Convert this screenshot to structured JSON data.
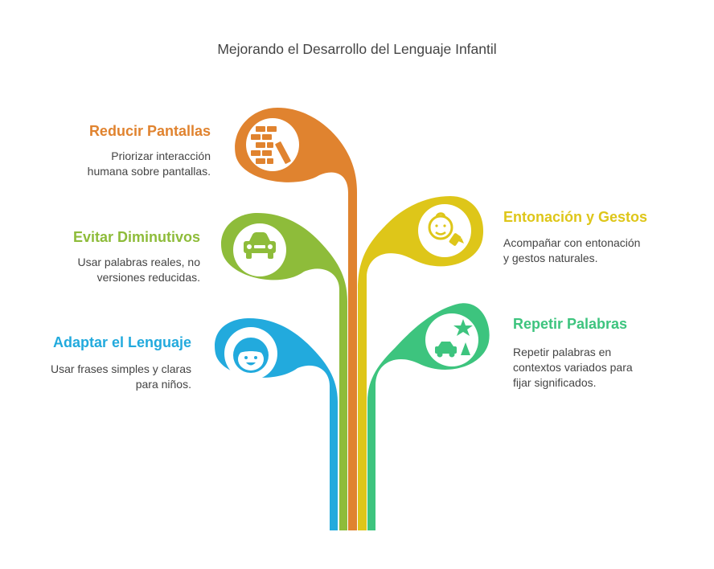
{
  "title": "Mejorando el Desarrollo del Lenguaje Infantil",
  "colors": {
    "orange": "#E0832F",
    "green": "#8EBC3A",
    "yellow": "#DEC619",
    "teal": "#3DC47E",
    "blue": "#22AADD"
  },
  "items": [
    {
      "title": "Reducir Pantallas",
      "description_lines": [
        "Priorizar interacción",
        "humana sobre pantallas."
      ],
      "icon": "bricks-icon"
    },
    {
      "title": "Evitar Diminutivos",
      "description_lines": [
        "Usar palabras reales, no",
        "versiones reducidas."
      ],
      "icon": "car-icon"
    },
    {
      "title": "Adaptar el Lenguaje",
      "description_lines": [
        "Usar frases simples y claras",
        "para niños."
      ],
      "icon": "child-face-icon"
    },
    {
      "title": "Entonación y Gestos",
      "description_lines": [
        "Acompañar con entonación",
        "y gestos naturales."
      ],
      "icon": "baby-face-icon"
    },
    {
      "title": "Repetir Palabras",
      "description_lines": [
        "Repetir palabras en",
        "contextos variados para",
        "fijar significados."
      ],
      "icon": "toys-icon"
    }
  ]
}
